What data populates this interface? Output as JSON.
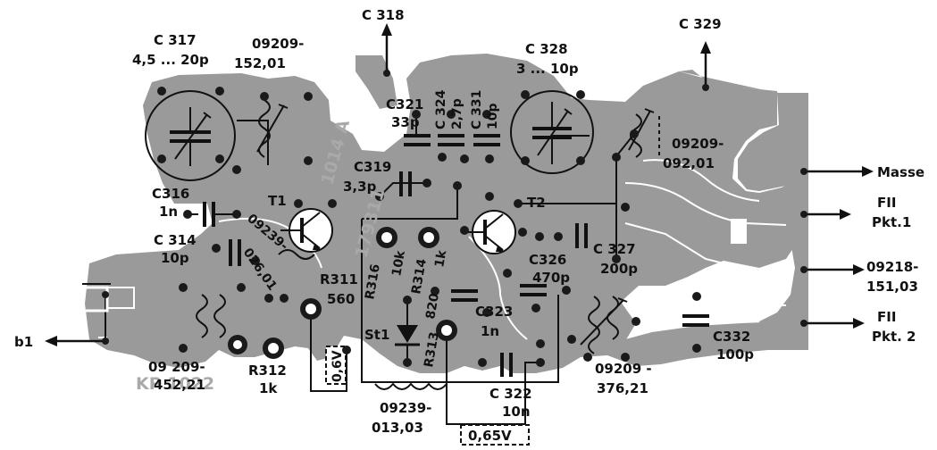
{
  "labels": {
    "c317": "C 317",
    "c317_value": "4,5 ... 20p",
    "p09209_152": "09209-",
    "p09209_152b": "152,01",
    "c318": "C 318",
    "c328": "C 328",
    "c328_value": "3 ... 10p",
    "c329": "C 329",
    "c324": "C 324",
    "c324_value": "2,7p",
    "c331": "C 331",
    "c331_value": "10p",
    "c321": "C321",
    "c321_value": "33p",
    "board_id": "1014 A",
    "board_id2": "179311",
    "p09209_092": "09209-",
    "p09209_092b": "092,01",
    "c319": "C319",
    "c319_value": "3,3p",
    "masse": "Masse",
    "c316": "C316",
    "c316_value": "1n",
    "t1": "T1",
    "t2": "T2",
    "f2_pkt1_a": "FII",
    "f2_pkt1_b": "Pkt.1",
    "c314": "C 314",
    "c314_value": "10p",
    "p09239_026": "09239-",
    "p09239_026b": "026,01",
    "r316": "R316",
    "r316_value": "10k",
    "r314": "R314",
    "r314_value": "1k",
    "c327": "C 327",
    "c327_value": "200p",
    "c326": "C326",
    "c326_value": "470p",
    "p09218_151": "09218-",
    "p09218_151b": "151,03",
    "r311": "R311",
    "r311_value": "560",
    "c323": "C323",
    "c323_value": "1n",
    "st1": "St1",
    "r313": "R313",
    "r313_value": "820",
    "b1": "b1",
    "f2_pkt2_a": "FII",
    "f2_pkt2_b": "Pkt. 2",
    "c332": "C332",
    "c332_value": "100p",
    "volt_06": "0,6V",
    "kp_mark": "KP 1022",
    "p09209_452": "09 209-",
    "p09209_452b": "452,21",
    "r312": "R312",
    "r312_value": "1k",
    "p09209_376": "09209 -",
    "p09209_376b": "376,21",
    "c322": "C 322",
    "c322_value": "10n",
    "p09239_013": "09239-",
    "p09239_013b": "013,03",
    "volt_065": "0,65V"
  }
}
